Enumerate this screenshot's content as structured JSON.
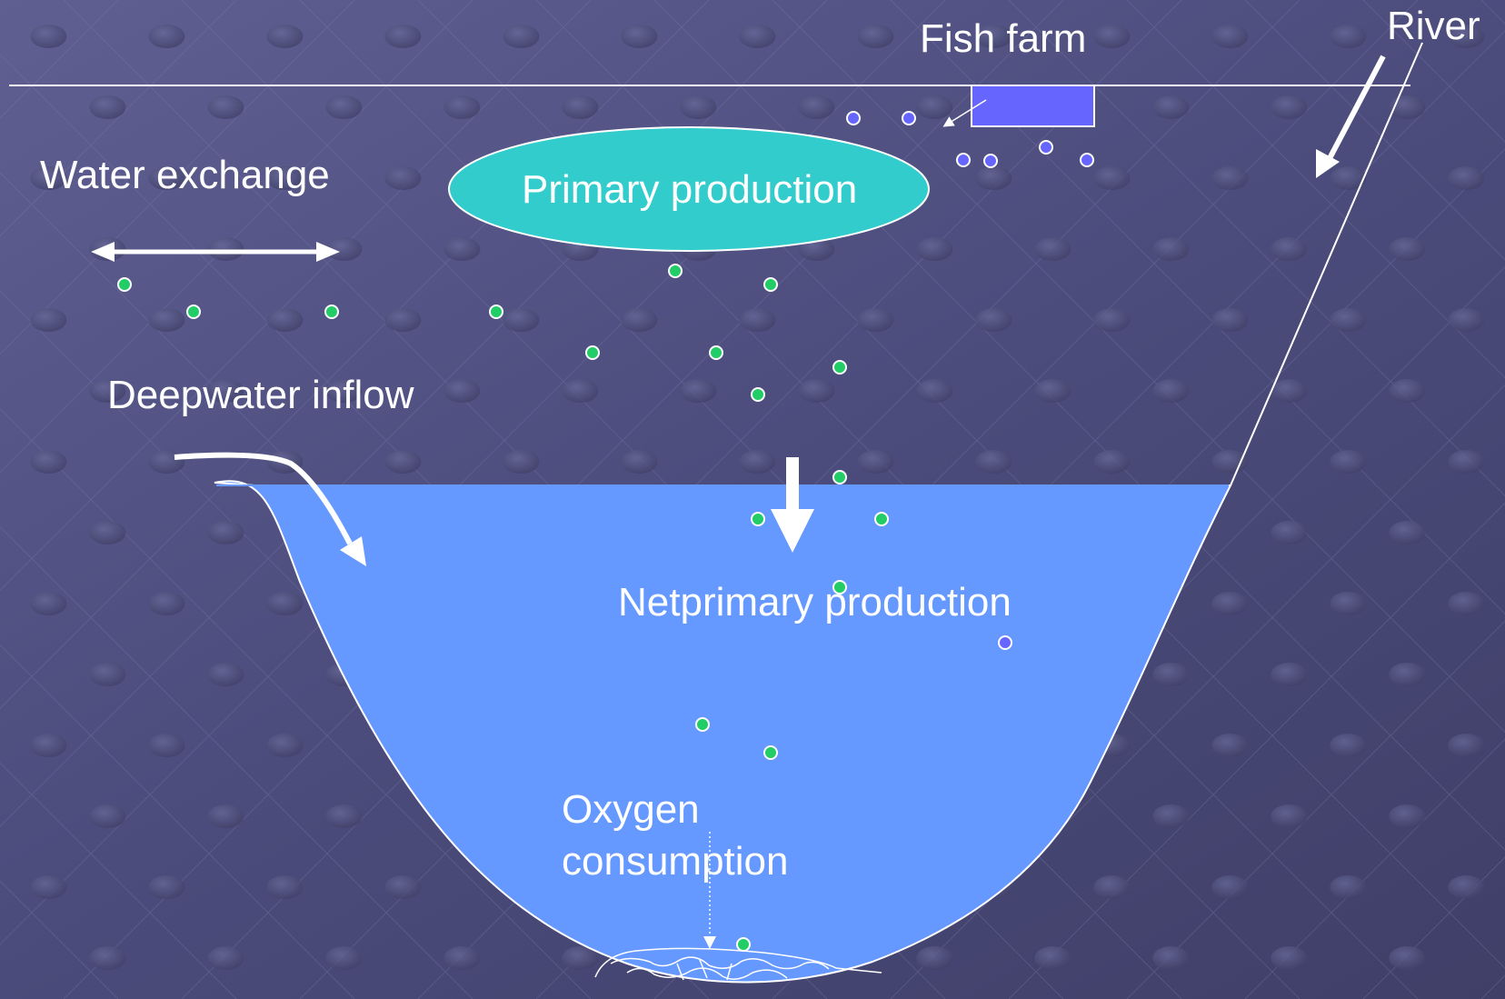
{
  "labels": {
    "river": "River",
    "fish_farm": "Fish farm",
    "water_exchange": "Water exchange",
    "primary_production": "Primary production",
    "deepwater_inflow": "Deepwater inflow",
    "netprimary_production": "Netprimary production",
    "oxygen_line1": "Oxygen",
    "oxygen_line2": "consumption"
  },
  "colors": {
    "background": "#52527f",
    "deep_water": "#6699ff",
    "primary_ellipse": "#33cccc",
    "fish_farm_box": "#6666ff",
    "particle_green": "#22cc66",
    "particle_blue": "#6666ff",
    "line": "#ffffff"
  },
  "icons": {
    "water_exchange": "double-arrow",
    "river_inflow": "arrow-down-left",
    "deepwater_inflow": "curved-arrow",
    "sinking": "thick-down-arrow",
    "oxygen": "dotted-arrow-down"
  }
}
